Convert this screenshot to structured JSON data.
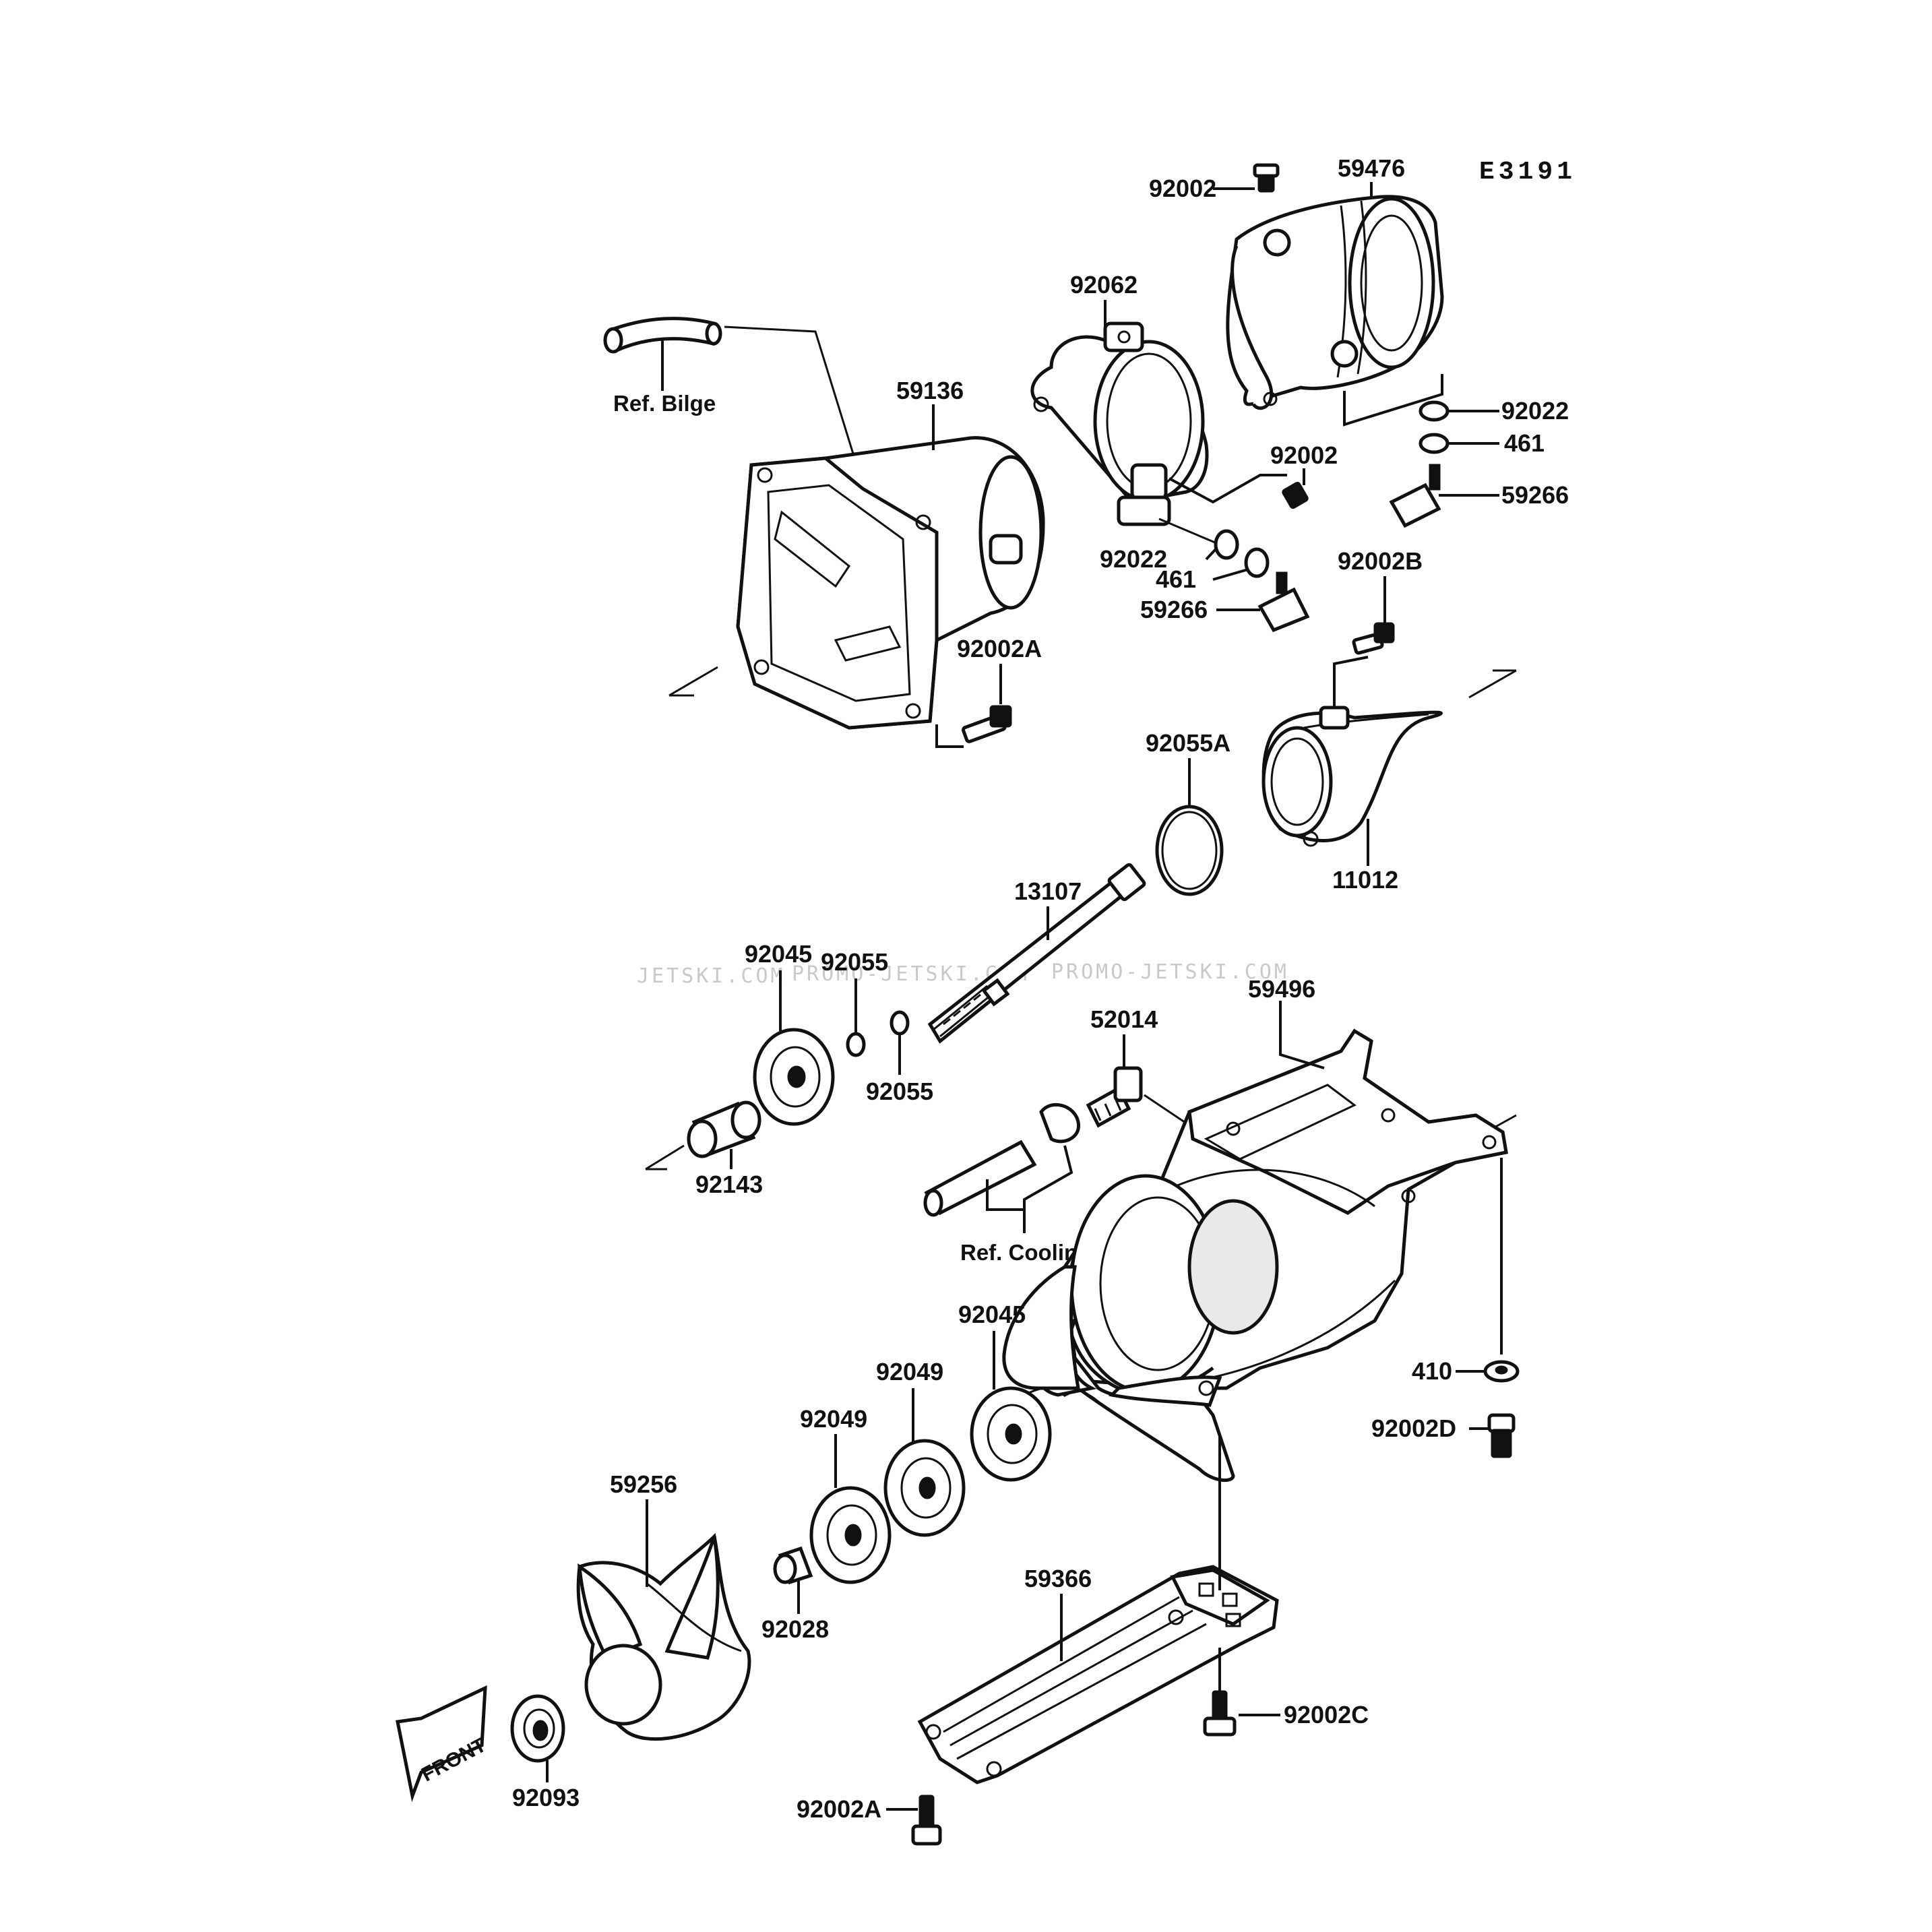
{
  "diagram_code": "E3191",
  "watermark": {
    "left": "JETSKI.COM",
    "middle": "PROMO-JETSKI.COM",
    "right": "PROMO-JETSKI.COM"
  },
  "front_marker": "FRONT",
  "labels": {
    "p92002_top": "92002",
    "p59476": "59476",
    "p92062": "92062",
    "ref_bilge": "Ref. Bilge",
    "p59136": "59136",
    "p92022_r": "92022",
    "p461_r": "461",
    "p92002_mid": "92002",
    "p59266_r": "59266",
    "p92022_l": "92022",
    "p461_l": "461",
    "p59266_l": "59266",
    "p92002B": "92002B",
    "p92002A_top": "92002A",
    "p92055A": "92055A",
    "p11012": "11012",
    "p13107": "13107",
    "p92045_top": "92045",
    "p92055_a": "92055",
    "p92055_b": "92055",
    "p52014": "52014",
    "p59496": "59496",
    "p92143": "92143",
    "ref_cooling": "Ref. Cooling",
    "p92045_low": "92045",
    "p92049_a": "92049",
    "p92049_b": "92049",
    "p410": "410",
    "p92002D": "92002D",
    "p59256": "59256",
    "p59366": "59366",
    "p92028": "92028",
    "p92002C": "92002C",
    "p92093": "92093",
    "p92002A_low": "92002A"
  }
}
